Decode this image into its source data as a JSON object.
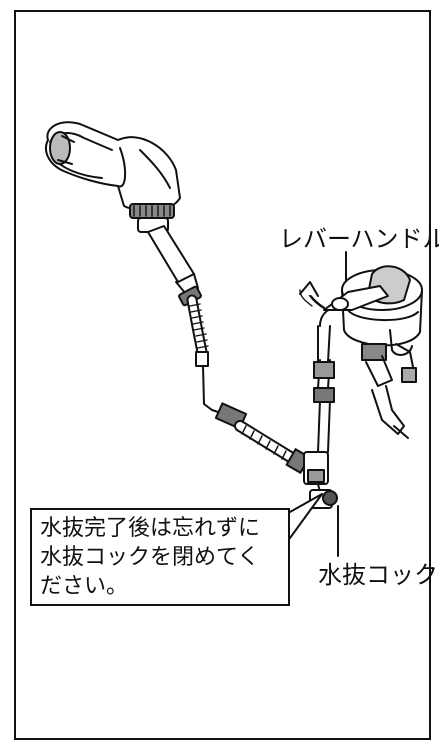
{
  "labels": {
    "lever_handle": "レバーハンドル",
    "drain_cock": "水抜コック"
  },
  "callout": {
    "line1": "水抜完了後は忘れずに",
    "line2": "水抜コックを閉めてく",
    "line3": "ださい。"
  }
}
